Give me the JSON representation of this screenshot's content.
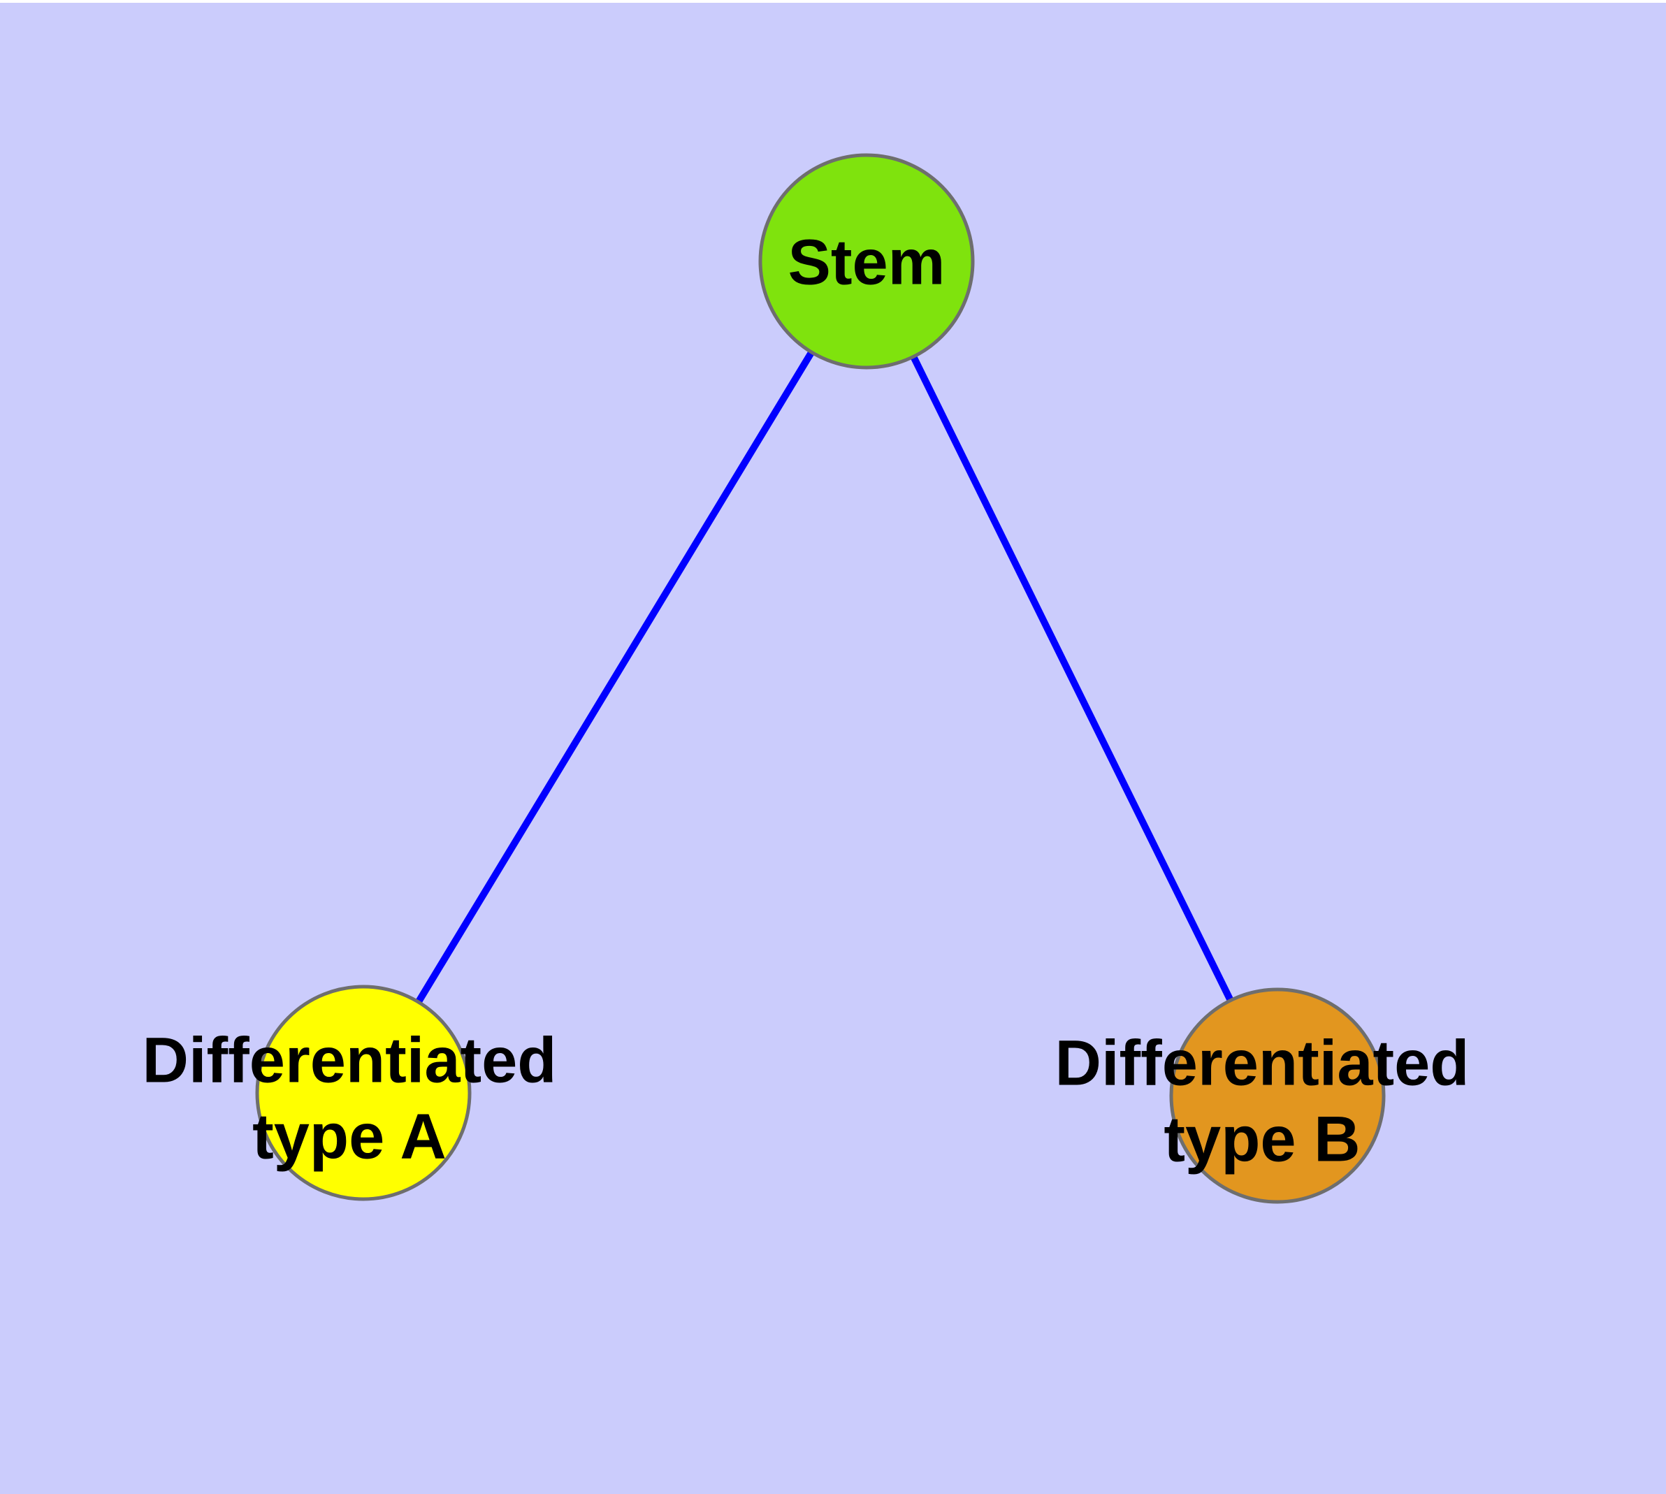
{
  "colors": {
    "background": "#CBCCFC",
    "page_margin": "#FFFFFF",
    "edge": "#0000FF",
    "node_border": "#6E6E6E",
    "label_text": "#000000"
  },
  "graph": {
    "nodes": [
      {
        "id": "stem",
        "label": "Stem",
        "line1": "Stem",
        "fill": "#7FE30D"
      },
      {
        "id": "differentiated-type-a",
        "label": "Differentiated type A",
        "line1": "Differentiated",
        "line2": "type A",
        "fill": "#FFFF00"
      },
      {
        "id": "differentiated-type-b",
        "label": "Differentiated type B",
        "line1": "Differentiated",
        "line2": "type B",
        "fill": "#E2961F"
      }
    ],
    "edges": [
      {
        "from": "Stem",
        "to": "Differentiated type A",
        "color": "#0000FF"
      },
      {
        "from": "Stem",
        "to": "Differentiated type B",
        "color": "#0000FF"
      }
    ]
  }
}
